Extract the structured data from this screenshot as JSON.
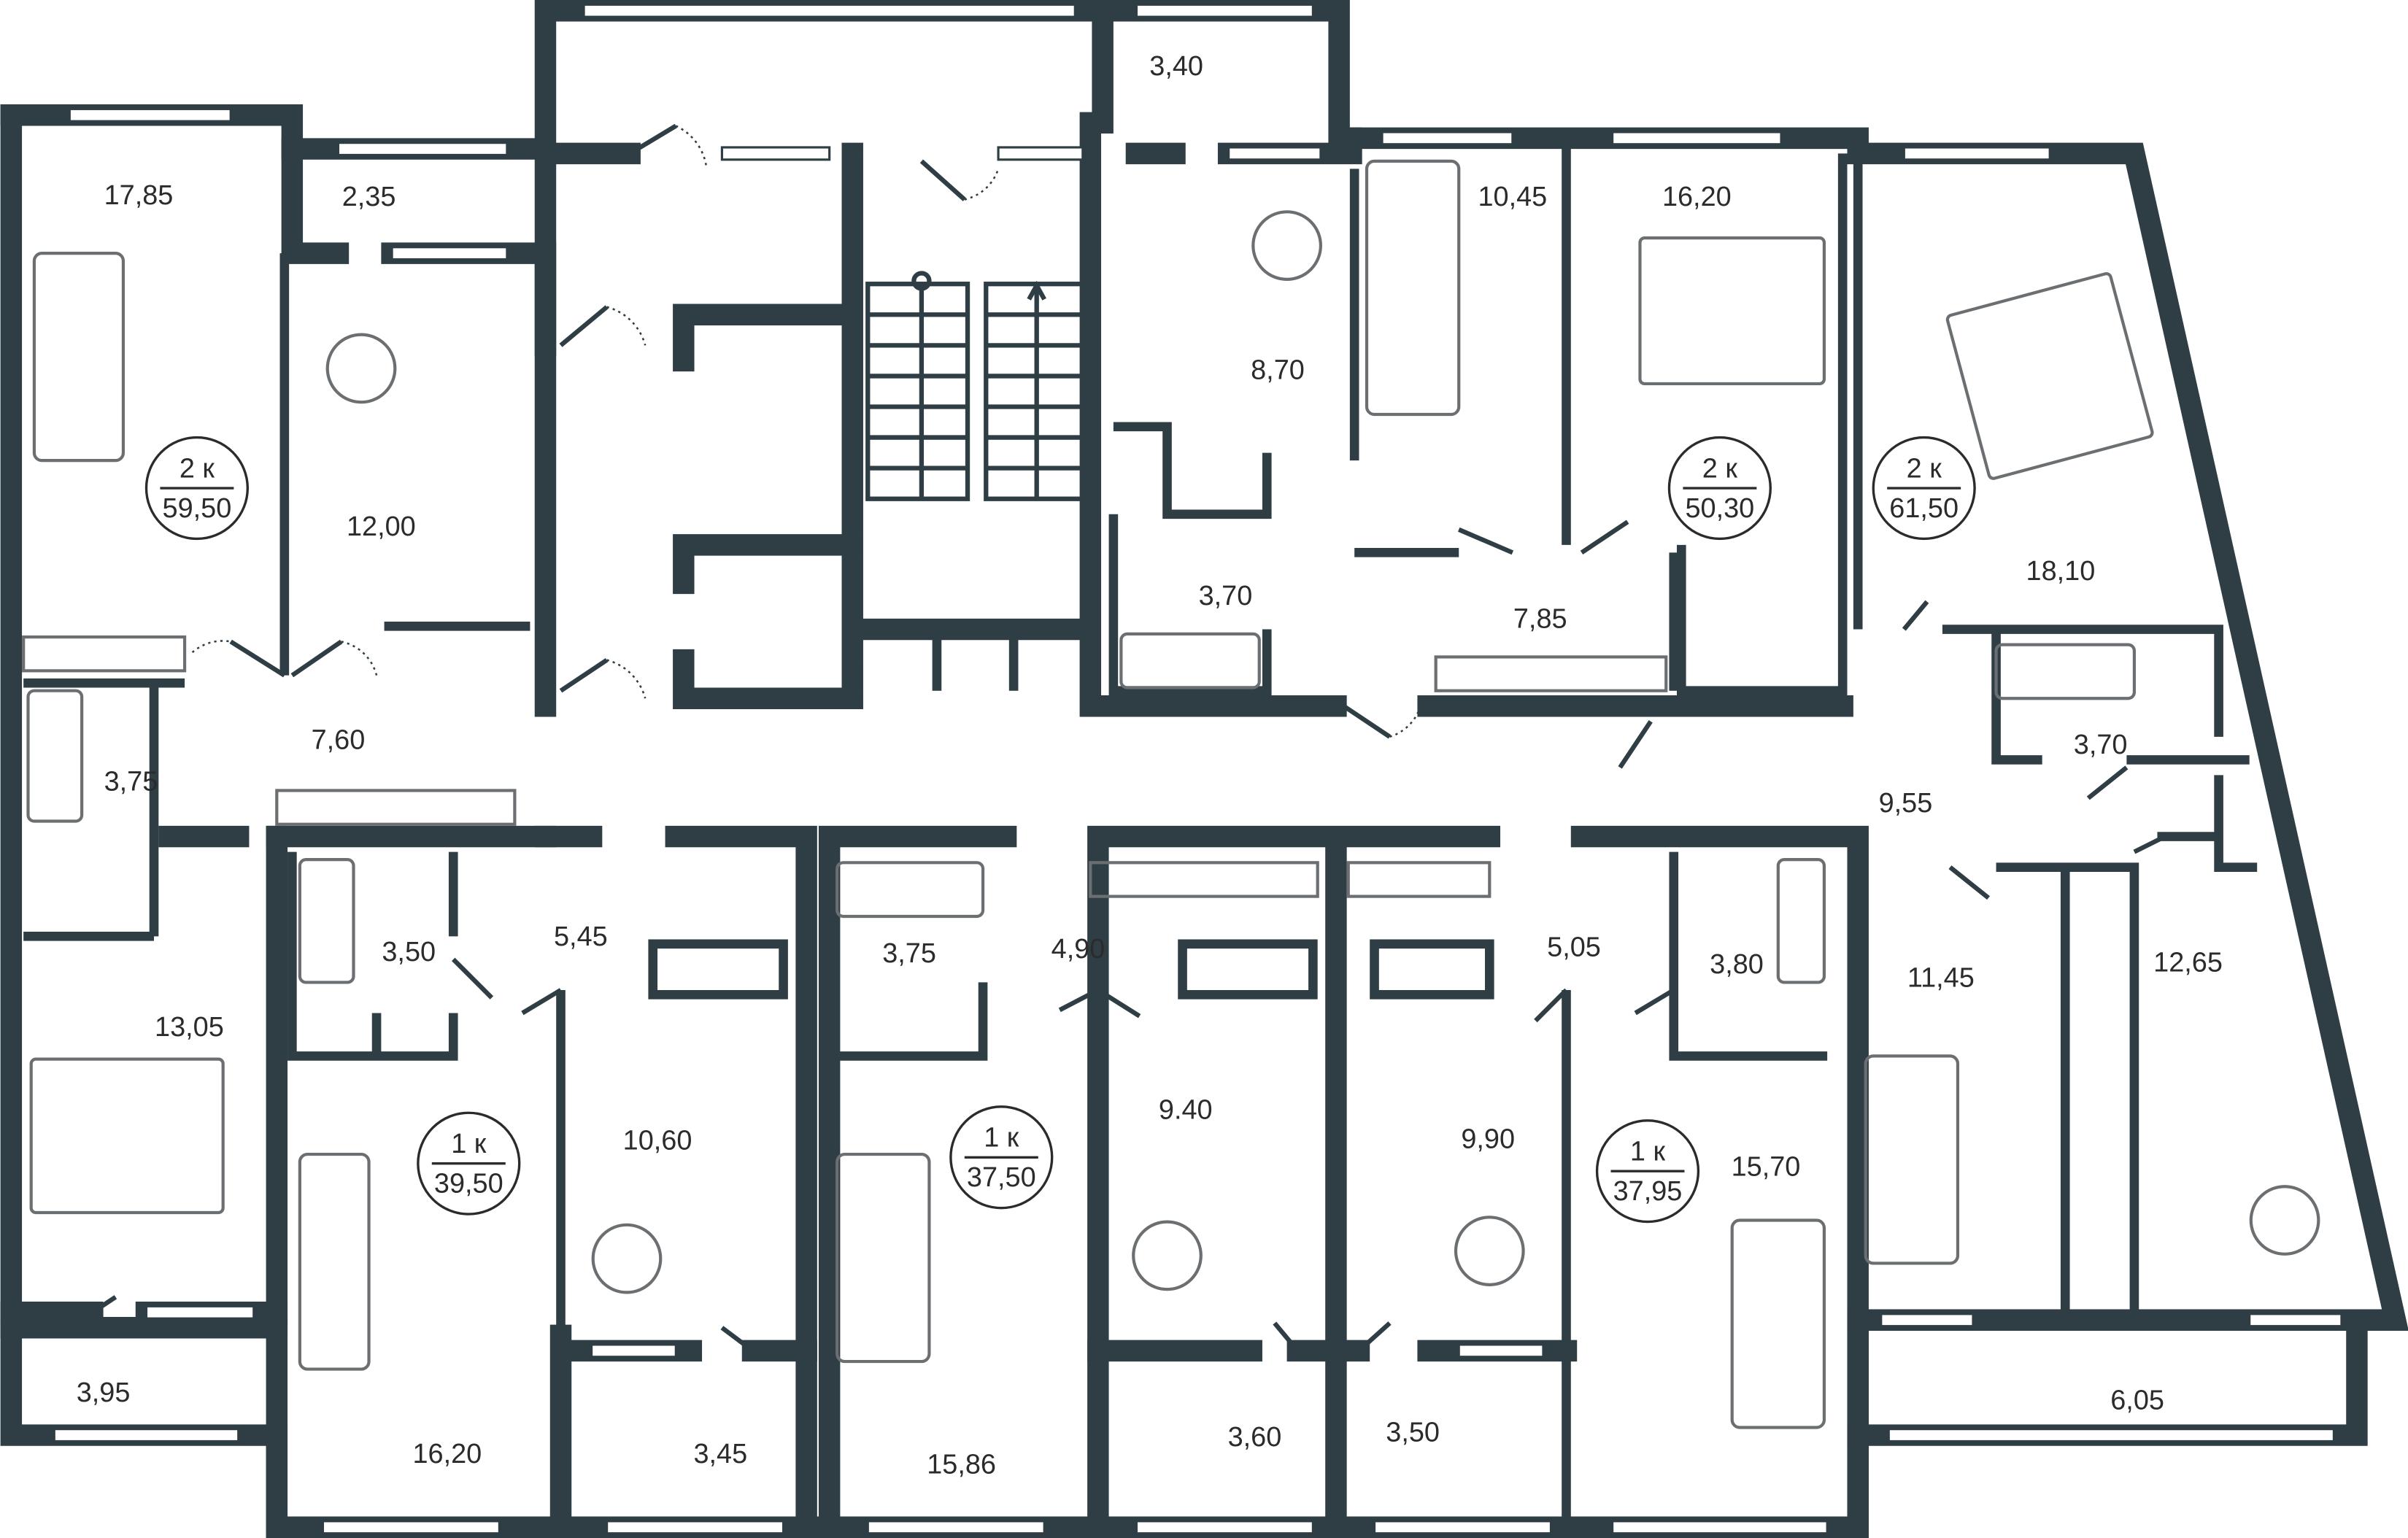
{
  "colors": {
    "wall": "#2f3d45",
    "text": "#2b2b2b",
    "furniture": "#6b6f72"
  },
  "apartments": [
    {
      "rooms": "2 к",
      "area": "59,50"
    },
    {
      "rooms": "2 к",
      "area": "50,30"
    },
    {
      "rooms": "2 к",
      "area": "61,50"
    },
    {
      "rooms": "1 к",
      "area": "39,50"
    },
    {
      "rooms": "1 к",
      "area": "37,50"
    },
    {
      "rooms": "1 к",
      "area": "37,95"
    }
  ],
  "rooms": [
    "17,85",
    "2,35",
    "12,00",
    "7,60",
    "3,75",
    "13,05",
    "3,95",
    "3,40",
    "8,70",
    "10,45",
    "16,20",
    "3,70",
    "7,85",
    "18,10",
    "3,70",
    "9,55",
    "12,65",
    "11,45",
    "6,05",
    "3,50",
    "5,45",
    "10,60",
    "16,20",
    "3,45",
    "3,75",
    "4,90",
    "9.40",
    "15,86",
    "3,60",
    "9,90",
    "5,05",
    "3,80",
    "15,70",
    "3,50"
  ]
}
